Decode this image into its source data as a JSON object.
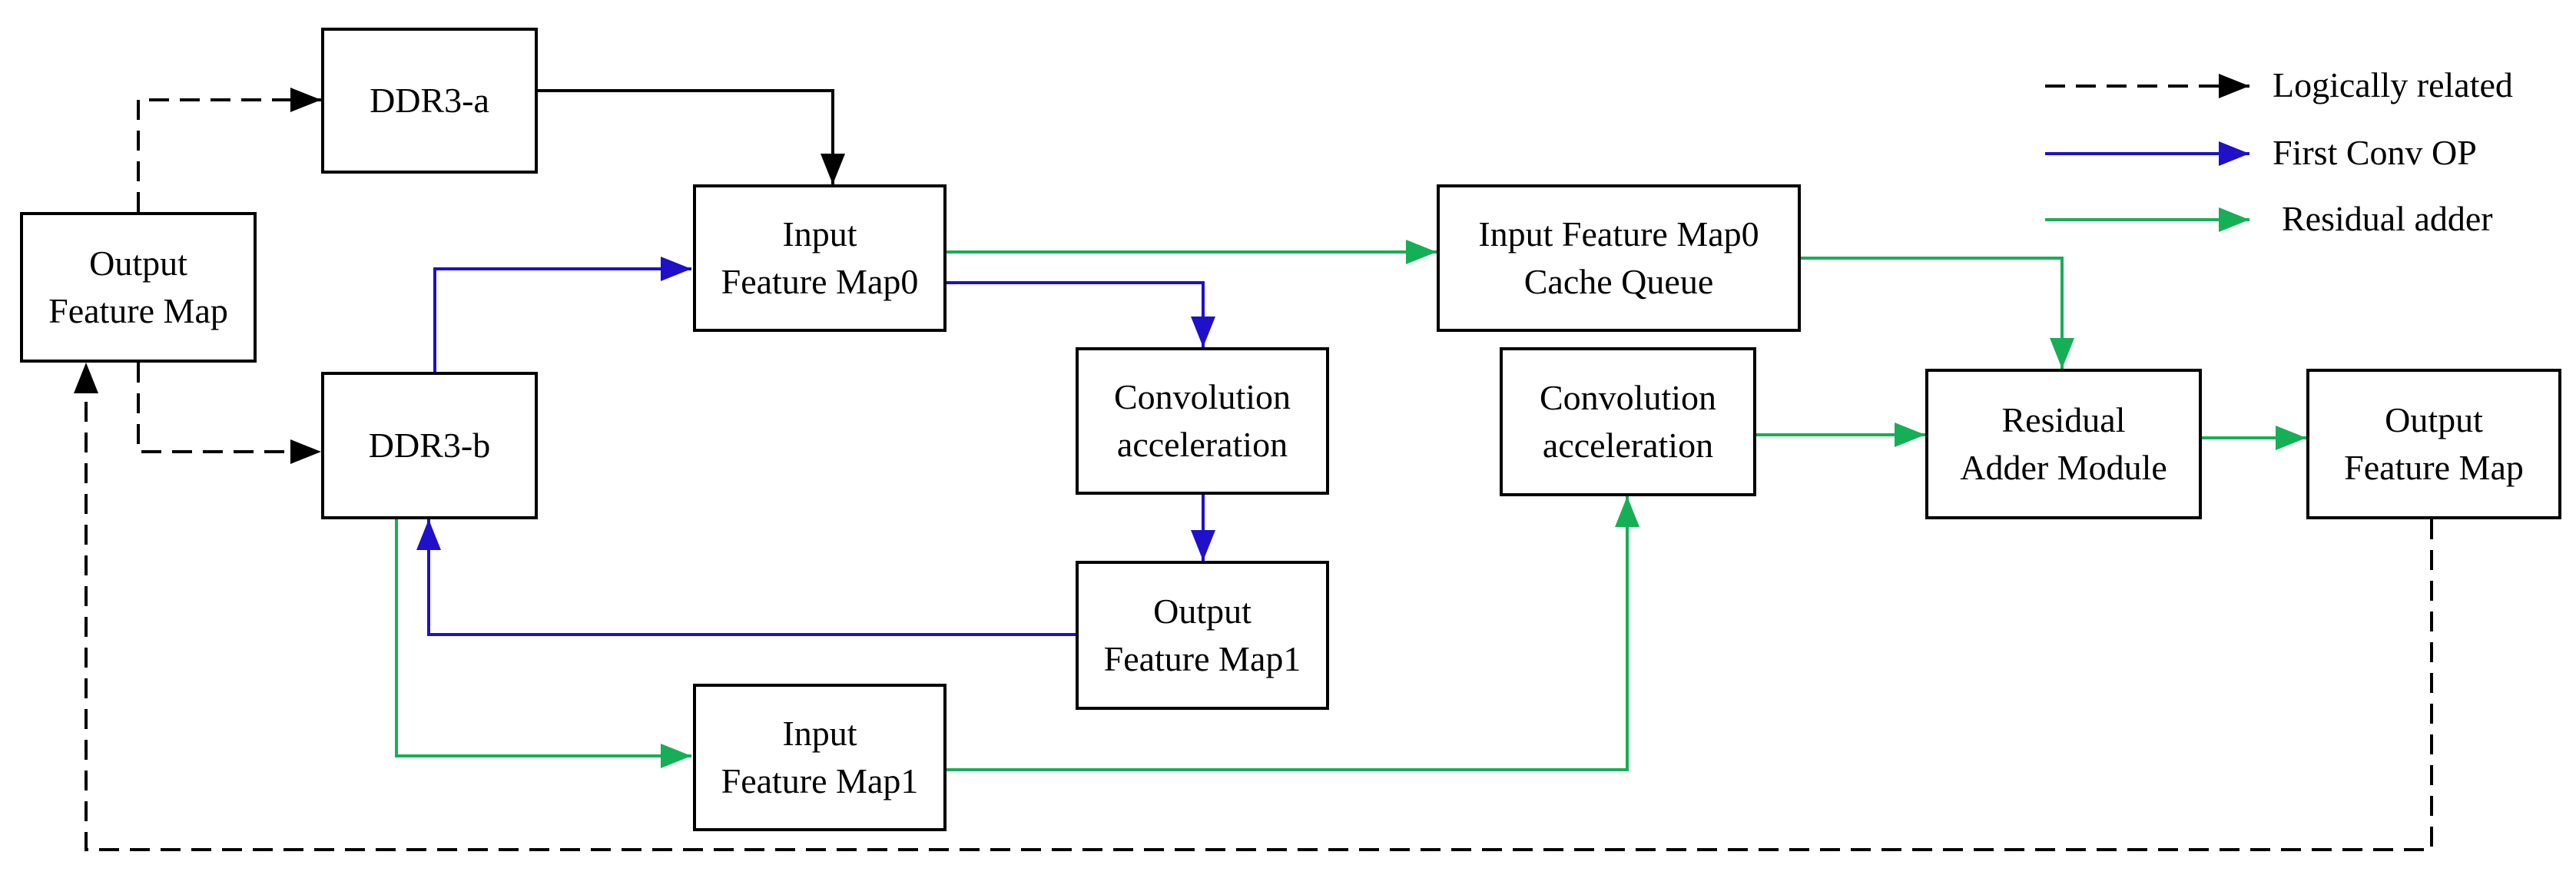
{
  "colors": {
    "logical": "#000000",
    "first_conv": "#1f10c9",
    "residual": "#15b055"
  },
  "legend": {
    "logical": "Logically related",
    "first_conv": "First Conv OP",
    "residual": "Residual adder"
  },
  "nodes": {
    "output_fm_left": {
      "line1": "Output",
      "line2": "Feature Map"
    },
    "ddr3a": {
      "line1": "DDR3-a"
    },
    "ddr3b": {
      "line1": "DDR3-b"
    },
    "input_fm0": {
      "line1": "Input",
      "line2": "Feature Map0"
    },
    "conv_acc_1": {
      "line1": "Convolution",
      "line2": "acceleration"
    },
    "output_fm1": {
      "line1": "Output",
      "line2": "Feature Map1"
    },
    "input_fm1": {
      "line1": "Input",
      "line2": "Feature Map1"
    },
    "cache_queue": {
      "line1": "Input Feature Map0",
      "line2": "Cache Queue"
    },
    "conv_acc_2": {
      "line1": "Convolution",
      "line2": "acceleration"
    },
    "residual_adder": {
      "line1": "Residual",
      "line2": "Adder Module"
    },
    "output_fm_right": {
      "line1": "Output",
      "line2": "Feature Map"
    }
  }
}
